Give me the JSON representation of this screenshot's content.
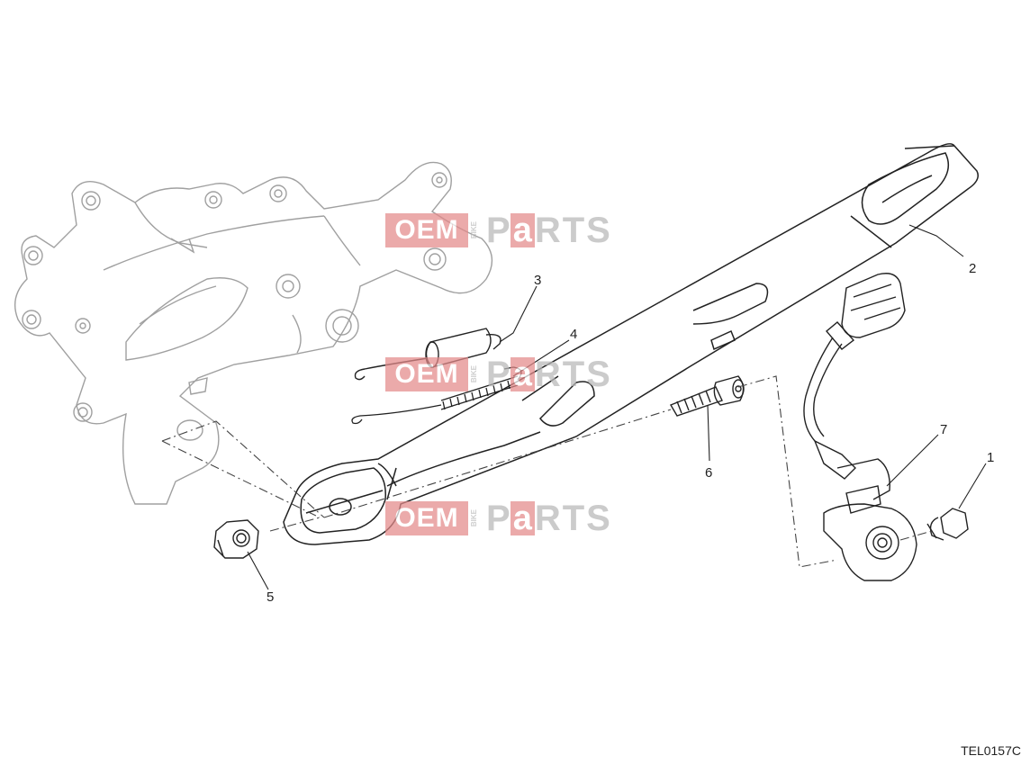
{
  "callouts": [
    {
      "id": "1",
      "label": "1"
    },
    {
      "id": "2",
      "label": "2"
    },
    {
      "id": "3",
      "label": "3"
    },
    {
      "id": "4",
      "label": "4"
    },
    {
      "id": "5",
      "label": "5"
    },
    {
      "id": "6",
      "label": "6"
    },
    {
      "id": "7",
      "label": "7"
    }
  ],
  "reference_code": "TEL0157C",
  "watermark": {
    "oem": "OEM",
    "bike": "BIKE",
    "p": "P",
    "a": "a",
    "rts": "RTS"
  },
  "colors": {
    "line": "#222222",
    "frame": "#9a9a9a",
    "watermark_red": "#e48a8a"
  }
}
